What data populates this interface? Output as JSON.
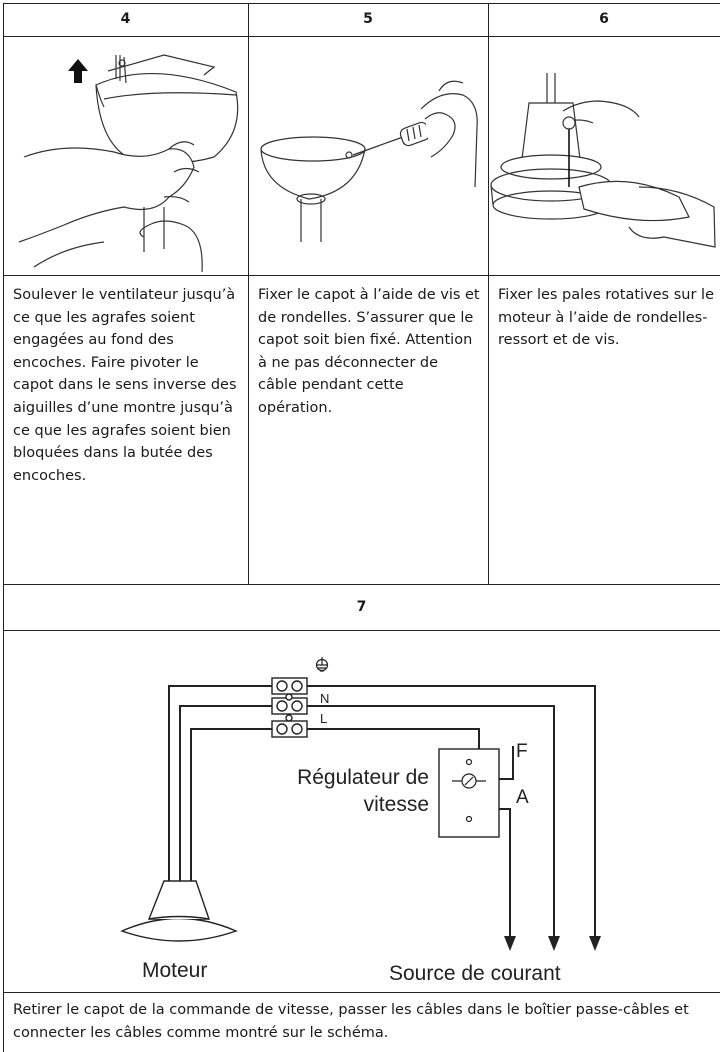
{
  "steps": [
    {
      "number": "4",
      "text": "Soulever le ventilateur jusqu’à ce que les agrafes soient engagées au fond des encoches. Faire pivoter le capot dans le sens inverse des aiguilles d’une montre jusqu’à ce que les agrafes soient bien bloquées dans la butée des encoches."
    },
    {
      "number": "5",
      "text": "Fixer le capot à l’aide de vis et de rondelles. S’assurer que le capot soit bien fixé. Attention à ne pas déconnecter de câble pendant cette opération."
    },
    {
      "number": "6",
      "text": "Fixer les pales rotatives sur le moteur à l’aide de rondelles-ressort et de vis."
    }
  ],
  "step7": {
    "number": "7",
    "diagram": {
      "terminal_labels": [
        "N",
        "L"
      ],
      "regulator_label_line1": "Régulateur de",
      "regulator_label_line2": "vitesse",
      "regulator_terminals": [
        "F",
        "A"
      ],
      "motor_label": "Moteur",
      "source_label": "Source de courant",
      "ground_icon": "earth-ground-icon"
    },
    "text": "Retirer le capot de la commande de vitesse, passer les câbles dans le boîtier passe-câbles et connecter les câbles comme montré sur le schéma."
  }
}
